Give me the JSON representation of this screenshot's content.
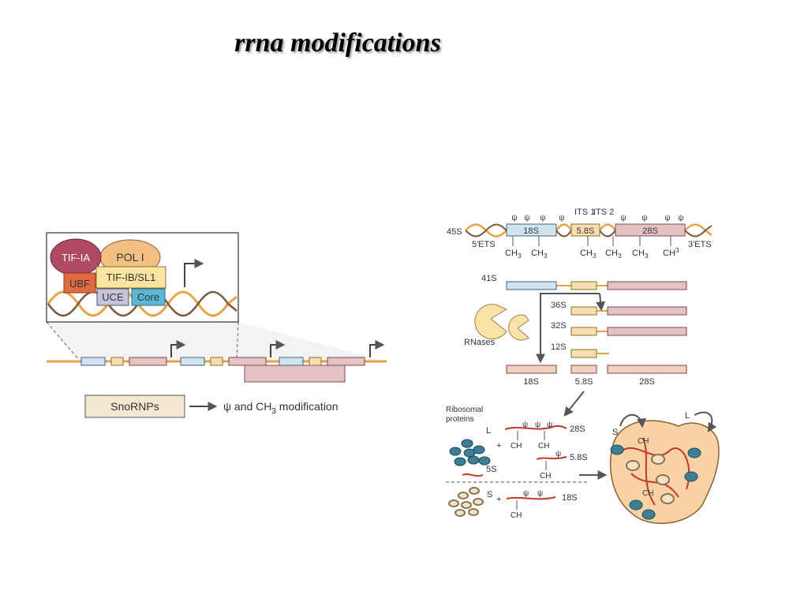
{
  "title": "rrna modifications",
  "colors": {
    "dna_orange": "#e8a245",
    "dna_brown": "#7a5a3c",
    "rna_red": "#c0392b",
    "blue_box": "#cfe4ef",
    "tan_box": "#f7deb0",
    "pink_box": "#e6c2c4",
    "tif_ia": "#b04a63",
    "pol_i": "#f3bf82",
    "ubf": "#e06b42",
    "tif_ib": "#fbe3a0",
    "uce": "#c7c3dc",
    "core": "#5db6d6",
    "ribosome": "#f8d1a5",
    "rnase": "#fbe2a6",
    "protein_dark": "#3d7e95",
    "protein_light": "#c8b08b"
  },
  "left": {
    "complex": {
      "tif_ia": "TIF-IA",
      "pol_i": "POL I",
      "ubf": "UBF",
      "tif_ib": "TIF-IB/SL1",
      "uce": "UCE",
      "core": "Core"
    },
    "snornps": "SnoRNPs",
    "modification_psi": "ψ and CH",
    "modification_sub": "3",
    "modification_tail": " modification"
  },
  "right": {
    "pre45s": {
      "label": "45S",
      "ets5": "5′ETS",
      "ets3": "3′ETS",
      "its1": "ITS 1",
      "its2": "ITS 2",
      "s18": "18S",
      "s58": "5.8S",
      "s28": "28S",
      "psi": "ψ",
      "ch": "CH",
      "sub3": "3"
    },
    "intermediates": {
      "s41": "41S",
      "s36": "36S",
      "s32": "32S",
      "s12": "12S",
      "rnases": "RNases"
    },
    "mature": {
      "s18": "18S",
      "s58": "5.8S",
      "s28": "28S"
    },
    "assembly": {
      "ribosomal_proteins_1": "Ribosomal",
      "ribosomal_proteins_2": "proteins",
      "L": "L",
      "S": "S",
      "plus": "+",
      "s5": "5S",
      "s28": "28S",
      "s58": "5.8S",
      "s18": "18S"
    }
  }
}
